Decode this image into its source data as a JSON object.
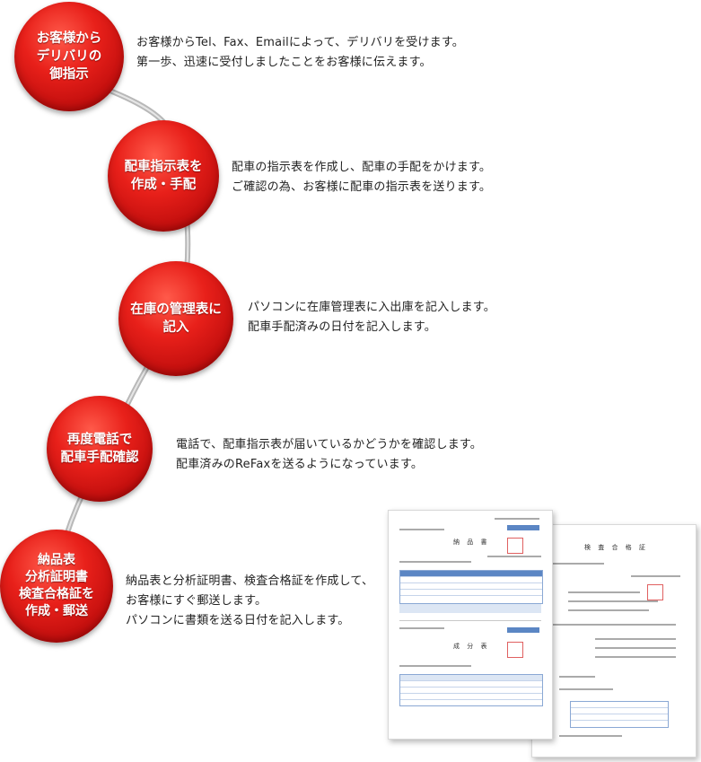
{
  "colors": {
    "circle": "#d61a14",
    "connector": "#b8b8b8",
    "text": "#222222",
    "table_accent": "#5b86c4"
  },
  "steps": [
    {
      "title": "お客様から\nデリバリの\n御指示",
      "desc": "お客様からTel、Fax、Emailによって、デリバリを受けます。\n第一歩、迅速に受付しましたことをお客様に伝えます。"
    },
    {
      "title": "配車指示表を\n作成・手配",
      "desc": "配車の指示表を作成し、配車の手配をかけます。\nご確認の為、お客様に配車の指示表を送ります。"
    },
    {
      "title": "在庫の管理表に\n記入",
      "desc": "パソコンに在庫管理表に入出庫を記入します。\n配車手配済みの日付を記入します。"
    },
    {
      "title": "再度電話で\n配車手配確認",
      "desc": "電話で、配車指示表が届いているかどうかを確認します。\n配車済みのReFaxを送るようになっています。"
    },
    {
      "title": "納品表\n分析証明書\n検査合格証を\n作成・郵送",
      "desc": "納品表と分析証明書、検査合格証を作成して、\nお客様にすぐ郵送します。\nパソコンに書類を送る日付を記入します。"
    }
  ],
  "documents": {
    "delivery_note_title": "納 品 書",
    "analysis_title": "成 分 表",
    "inspection_title": "検 査 合 格 証"
  }
}
